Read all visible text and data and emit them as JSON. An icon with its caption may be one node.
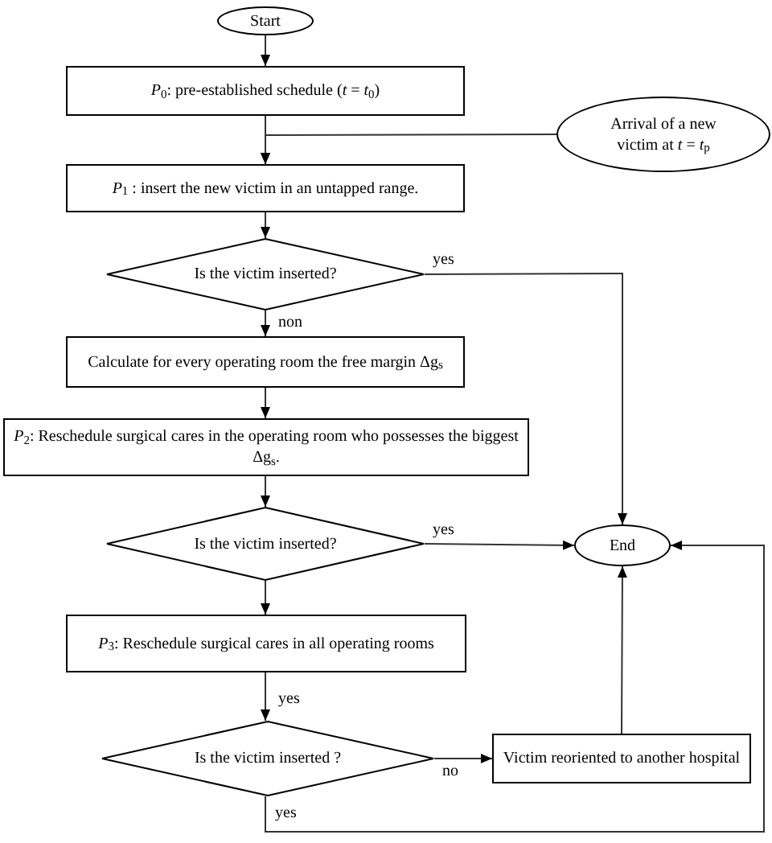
{
  "diagram": {
    "nodes": [
      {
        "text": [
          "Start"
        ]
      },
      {
        "text": [
          "*P*$_{0}$: pre-established schedule (*t* = *t*$_{0}$)"
        ]
      },
      {
        "text": [
          "Arrival of a new victim at *t* = *t*$_{p}$"
        ]
      },
      {
        "text": [
          "*P*$_{1}$ : insert the new victim in an untapped range."
        ]
      },
      {
        "text": [
          "Is the victim inserted?"
        ]
      },
      {
        "text": [
          "Calculate for every operating room the free margin Δg$_{s}$"
        ]
      },
      {
        "text": [
          "*P*$_{2}$: Reschedule surgical cares in the operating room who possesses the biggest Δg$_{s}$."
        ]
      },
      {
        "text": [
          "Is the victim inserted?"
        ]
      },
      {
        "text": [
          "End"
        ]
      },
      {
        "text": [
          "*P*$_{3}$: Reschedule surgical cares in all operating rooms"
        ]
      },
      {
        "text": [
          "Is the victim inserted ?"
        ]
      },
      {
        "text": [
          "Victim reoriented to another hospital"
        ]
      }
    ],
    "edges": [
      {
        "from": 0,
        "to": 1,
        "arrow": "to"
      },
      {
        "from": 1,
        "to": 3,
        "arrow": "to"
      },
      {
        "from": 2,
        "to": 3,
        "arrow": "to"
      },
      {
        "from": 3,
        "to": 4,
        "arrow": "to"
      },
      {
        "from": 4,
        "to": 8,
        "arrow": "to",
        "label": "yes"
      },
      {
        "from": 4,
        "to": 5,
        "arrow": "to",
        "label": "non"
      },
      {
        "from": 5,
        "to": 6,
        "arrow": "to"
      },
      {
        "from": 6,
        "to": 7,
        "arrow": "to"
      },
      {
        "from": 7,
        "to": 8,
        "arrow": "to",
        "label": "yes"
      },
      {
        "from": 7,
        "to": 9,
        "arrow": "to"
      },
      {
        "from": 9,
        "to": 10,
        "arrow": "to",
        "label": "yes"
      },
      {
        "from": 10,
        "to": 11,
        "arrow": "to",
        "label": "no"
      },
      {
        "from": 11,
        "to": 8,
        "arrow": "to"
      },
      {
        "from": 10,
        "to": 8,
        "arrow": "to",
        "label": "yes"
      }
    ]
  }
}
